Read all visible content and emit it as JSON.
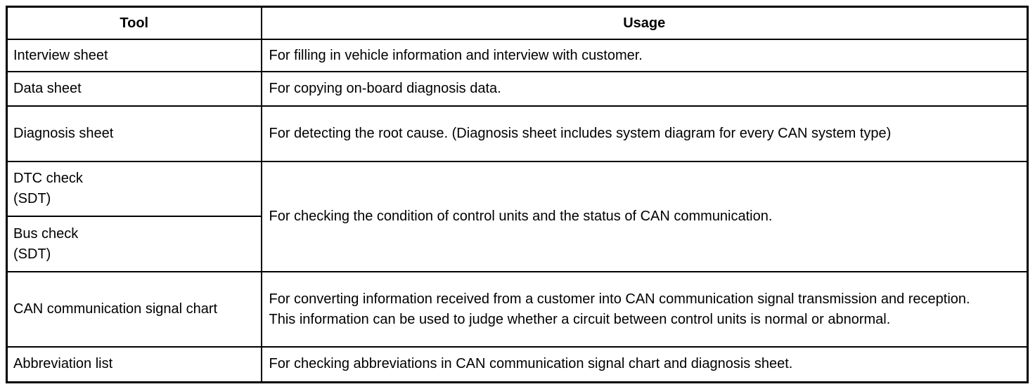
{
  "page": {
    "background_color": "#ffffff",
    "border_color": "#000000"
  },
  "table": {
    "headers": {
      "tool": "Tool",
      "usage": "Usage"
    },
    "rows": [
      {
        "tool": "Interview sheet",
        "usage": "For filling in vehicle information and interview with customer."
      },
      {
        "tool": "Data sheet",
        "usage": "For copying on-board diagnosis data."
      },
      {
        "tool": "Diagnosis sheet",
        "usage": "For detecting the root cause. (Diagnosis sheet includes system diagram for every CAN system type)"
      },
      {
        "tool": "DTC check\n(SDT)",
        "usage": "For checking the condition of control units and the status of CAN communication."
      },
      {
        "tool": "Bus check\n(SDT)"
      },
      {
        "tool": "CAN communication signal chart",
        "usage": "For converting information received from a customer into CAN communication signal transmission and reception. This information can be used to judge whether a circuit between control units is normal or abnormal."
      },
      {
        "tool": "Abbreviation list",
        "usage": "For checking abbreviations in CAN communication signal chart and diagnosis sheet."
      }
    ]
  }
}
